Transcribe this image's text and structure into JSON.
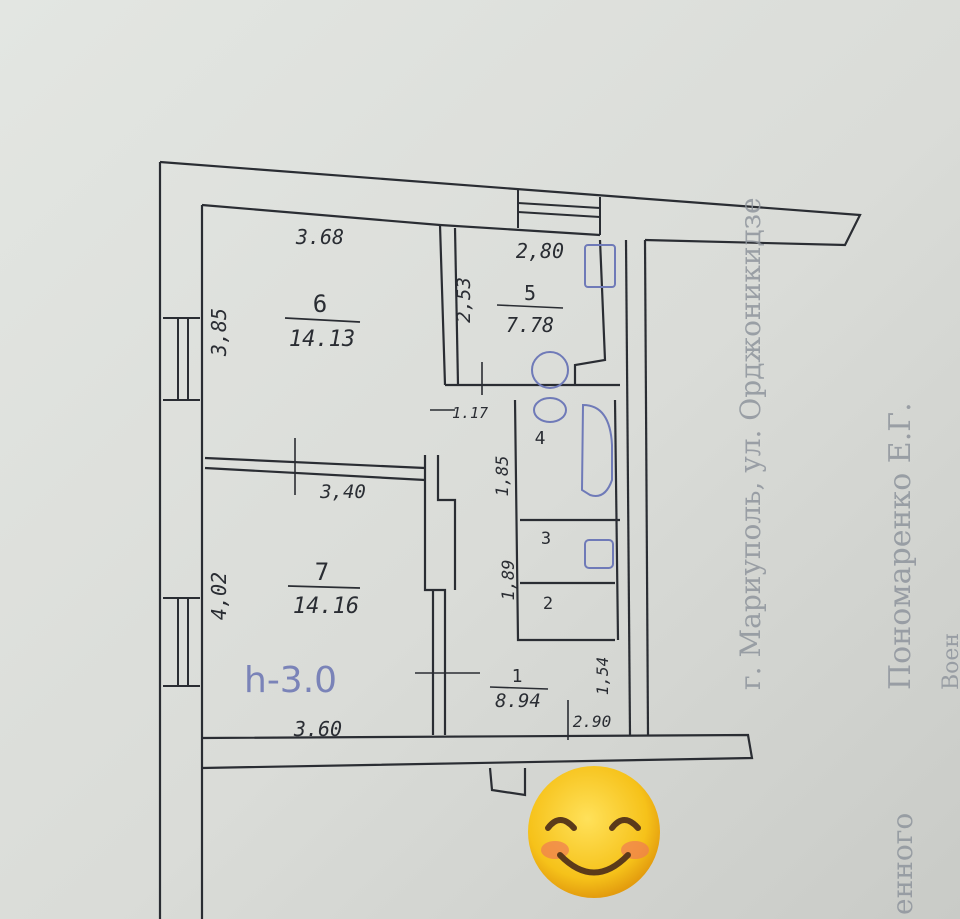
{
  "floor_plan": {
    "rooms": [
      {
        "number": "6",
        "area": "14.13"
      },
      {
        "number": "5",
        "area": "7.78"
      },
      {
        "number": "4",
        "area": ""
      },
      {
        "number": "3",
        "area": ""
      },
      {
        "number": "2",
        "area": ""
      },
      {
        "number": "7",
        "area": "14.16"
      },
      {
        "number": "1",
        "area": "8.94"
      }
    ],
    "dimensions": {
      "room6_width": "3.68",
      "room6_height": "3,85",
      "room5_width": "2,80",
      "room5_height": "2,53",
      "passage_width": "1.17",
      "room4_height": "1,85",
      "room3_2_height": "1,89",
      "wall_between_6_7": "3,40",
      "room7_height": "4,02",
      "room7_width": "3.60",
      "hall_width": "2.90",
      "hall_height": "1,54"
    },
    "ceiling_note": "h-3.0"
  },
  "stamp_lines": {
    "address": "г. Мариуполь, ул. Орджоникидзе",
    "name": "Пономаренко Е.Г.",
    "partial_right": "Воен",
    "partial_bottom": "енного"
  },
  "overlay": {
    "emoji_name": "smiling-face-emoji"
  },
  "colors": {
    "paper": "#e8eae6",
    "ink": "#2a2d33",
    "blue_ink": "#6f7ab8",
    "emoji": "#f6c21a"
  }
}
